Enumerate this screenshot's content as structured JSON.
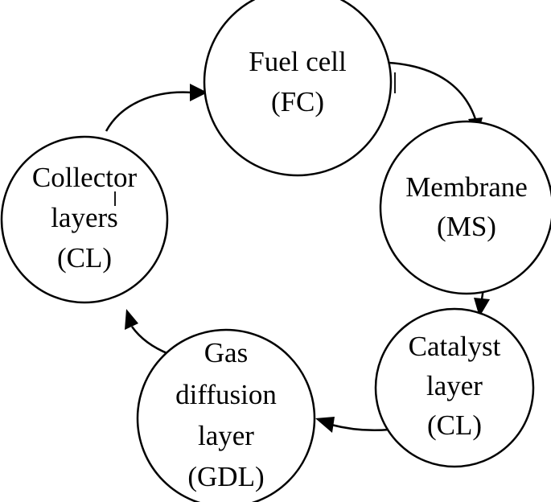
{
  "diagram": {
    "colors": {
      "stroke": "#000000",
      "fill": "#ffffff",
      "text": "#000000"
    },
    "nodes": [
      {
        "id": "fc",
        "lines": [
          "Fuel cell",
          "(FC)"
        ]
      },
      {
        "id": "ms",
        "lines": [
          "Membrane",
          "(MS)"
        ]
      },
      {
        "id": "cat",
        "lines": [
          "Catalyst",
          "layer",
          "(CL)"
        ]
      },
      {
        "id": "gdl",
        "lines": [
          "Gas",
          "diffusion",
          "layer",
          "(GDL)"
        ]
      },
      {
        "id": "col",
        "lines": [
          "Collector",
          "layers",
          "(CL)"
        ]
      }
    ],
    "edges": [
      {
        "from": "fc",
        "to": "ms"
      },
      {
        "from": "ms",
        "to": "cat"
      },
      {
        "from": "cat",
        "to": "gdl"
      },
      {
        "from": "gdl",
        "to": "col"
      },
      {
        "from": "col",
        "to": "fc"
      }
    ]
  }
}
